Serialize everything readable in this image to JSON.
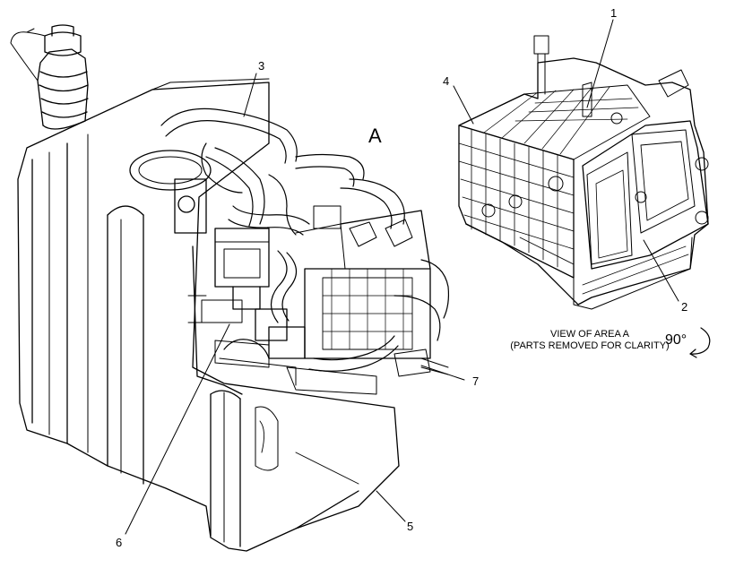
{
  "callouts": {
    "c1": "1",
    "c2": "2",
    "c3": "3",
    "c4": "4",
    "c5": "5",
    "c6": "6",
    "c7": "7"
  },
  "area_label": "A",
  "view_caption": {
    "line1": "VIEW OF AREA  A",
    "line2": "(PARTS REMOVED FOR CLARITY)"
  },
  "rotation": "90°"
}
